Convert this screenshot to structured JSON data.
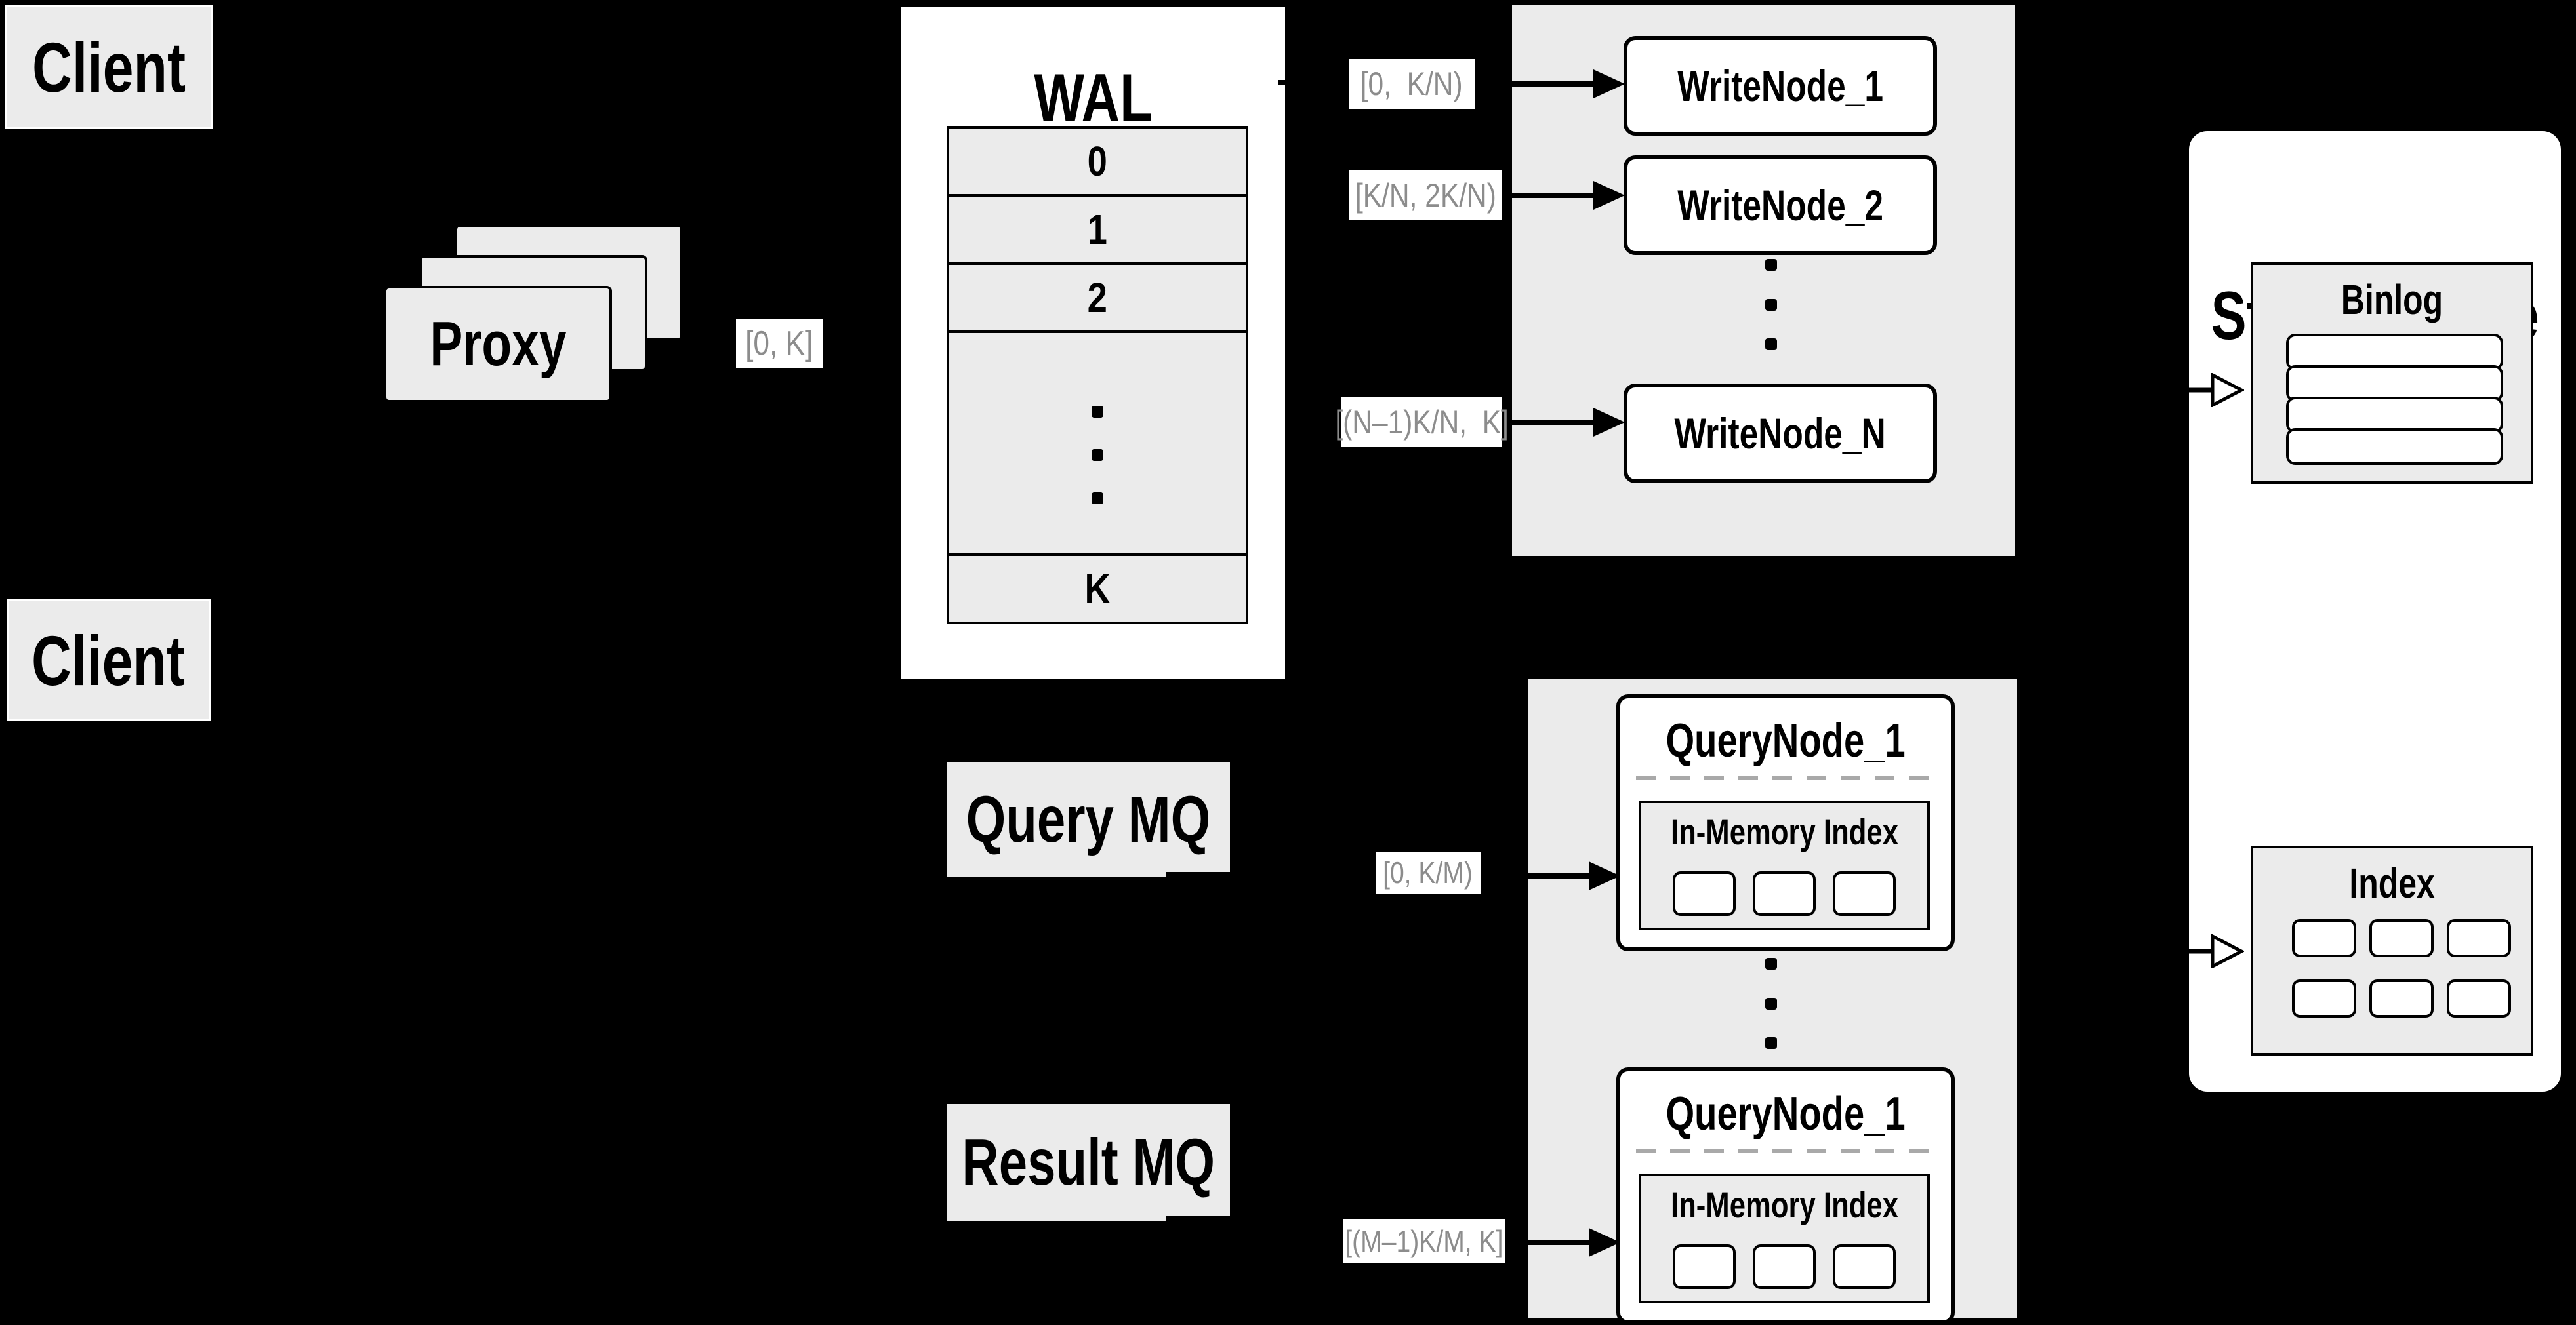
{
  "diagram": {
    "background": "#000000",
    "panel_color": "#ebebeb",
    "ink_color": "#000000",
    "label_text_color": "#8c8c8c"
  },
  "nodes": {
    "client_top": "Client",
    "client_bottom": "Client",
    "proxy": "Proxy",
    "wal": {
      "title": "WAL",
      "rows": [
        "0",
        "1",
        "2",
        "K"
      ]
    },
    "write_nodes": [
      "WriteNode_1",
      "WriteNode_2",
      "WriteNode_N"
    ],
    "query_nodes": [
      {
        "title": "QueryNode_1",
        "memory_index": "In-Memory Index"
      },
      {
        "title": "QueryNode_1",
        "memory_index": "In-Memory Index"
      }
    ],
    "query_mq": "Query MQ",
    "result_mq": "Result MQ",
    "store_engine": {
      "title": "Store Engine",
      "binlog": "Binlog",
      "index": "Index"
    }
  },
  "labels": {
    "proxy_range": "[0, K]",
    "wal_ranges": [
      "[0,  K/N)",
      "[K/N, 2K/N)",
      "[(N–1)K/N,  K]"
    ],
    "query_ranges": [
      "[0, K/M)",
      "[(M–1)K/M, K]"
    ]
  }
}
